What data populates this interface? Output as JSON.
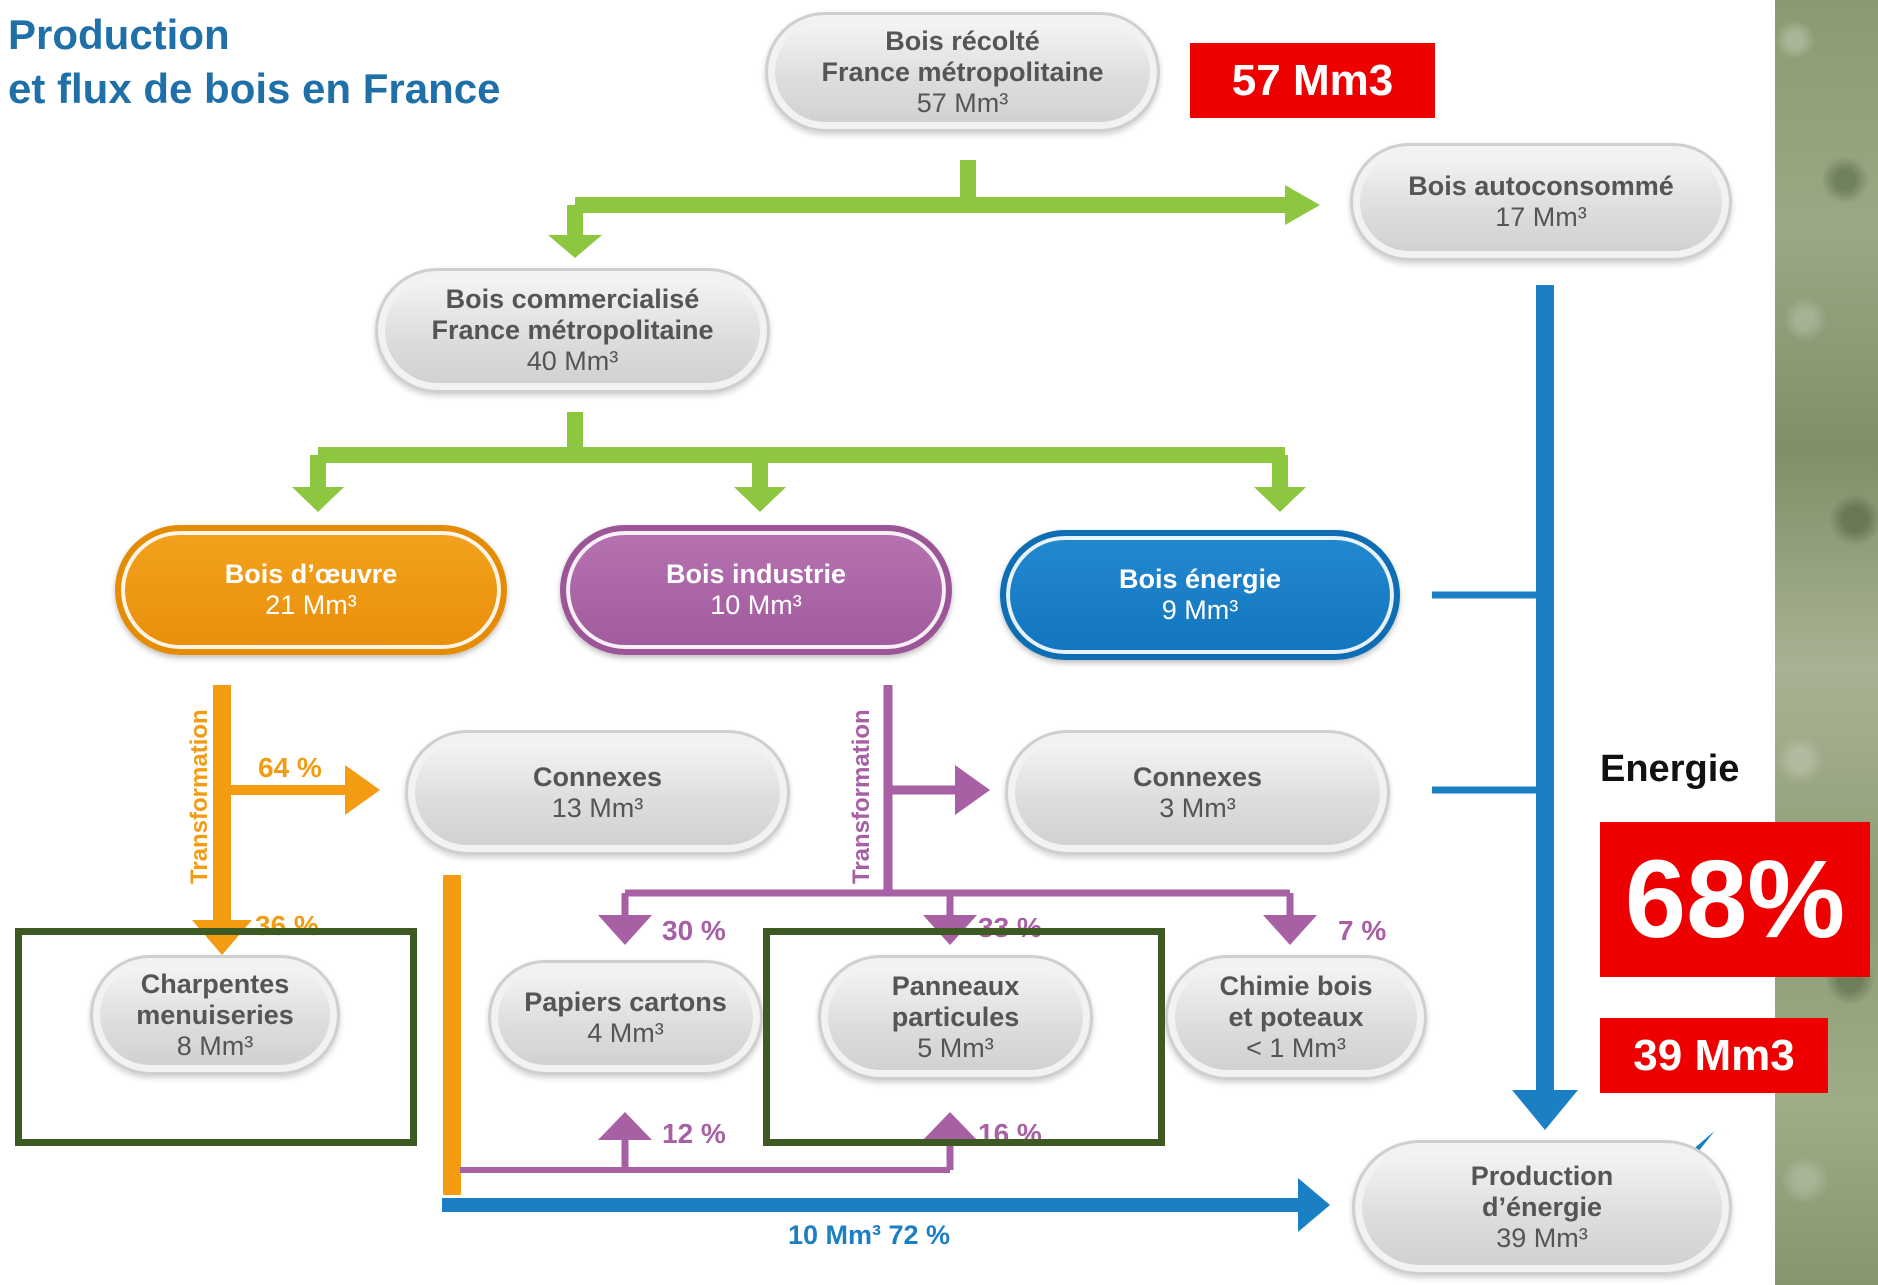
{
  "title": {
    "line1": "Production",
    "line2": "et flux de bois en France"
  },
  "nodes": {
    "recolte": {
      "line1": "Bois récolté",
      "line2": "France métropolitaine",
      "value": "57 Mm³"
    },
    "autoconsomme": {
      "line1": "Bois autoconsommé",
      "value": "17 Mm³"
    },
    "commercialise": {
      "line1": "Bois commercialisé",
      "line2": "France métropolitaine",
      "value": "40 Mm³"
    },
    "oeuvre": {
      "line1": "Bois d’œuvre",
      "value": "21 Mm³"
    },
    "industrie": {
      "line1": "Bois industrie",
      "value": "10 Mm³"
    },
    "energie": {
      "line1": "Bois énergie",
      "value": "9 Mm³"
    },
    "connexes_oeuvre": {
      "line1": "Connexes",
      "value": "13 Mm³"
    },
    "connexes_industrie": {
      "line1": "Connexes",
      "value": "3 Mm³"
    },
    "charpentes": {
      "line1": "Charpentes",
      "line2": "menuiseries",
      "value": "8 Mm³"
    },
    "papiers": {
      "line1": "Papiers cartons",
      "value": "4 Mm³"
    },
    "panneaux": {
      "line1": "Panneaux",
      "line2": "particules",
      "value": "5 Mm³"
    },
    "chimie": {
      "line1": "Chimie bois",
      "line2": "et poteaux",
      "value": "< 1 Mm³"
    },
    "production": {
      "line1": "Production",
      "line2": "d’énergie",
      "value": "39 Mm³"
    }
  },
  "flow_labels": {
    "transformation": "Transformation",
    "pct_64": "64 %",
    "pct_36": "36 %",
    "pct_30": "30 %",
    "pct_33": "33 %",
    "pct_7": "7 %",
    "pct_12": "12 %",
    "pct_16": "16 %",
    "bottom_flow": "10 Mm³  72 %"
  },
  "annotations": {
    "harvest_total": "57 Mm3",
    "energy_label": "Energie",
    "energy_pct": "68%",
    "energy_total": "39 Mm3"
  },
  "colors": {
    "green": "#8dc63f",
    "orange": "#f39c12",
    "purple": "#a660a3",
    "blue": "#1b7fc4",
    "title_blue": "#1f6fa8",
    "red": "#ee0000",
    "frame_green": "#3c5a22"
  }
}
